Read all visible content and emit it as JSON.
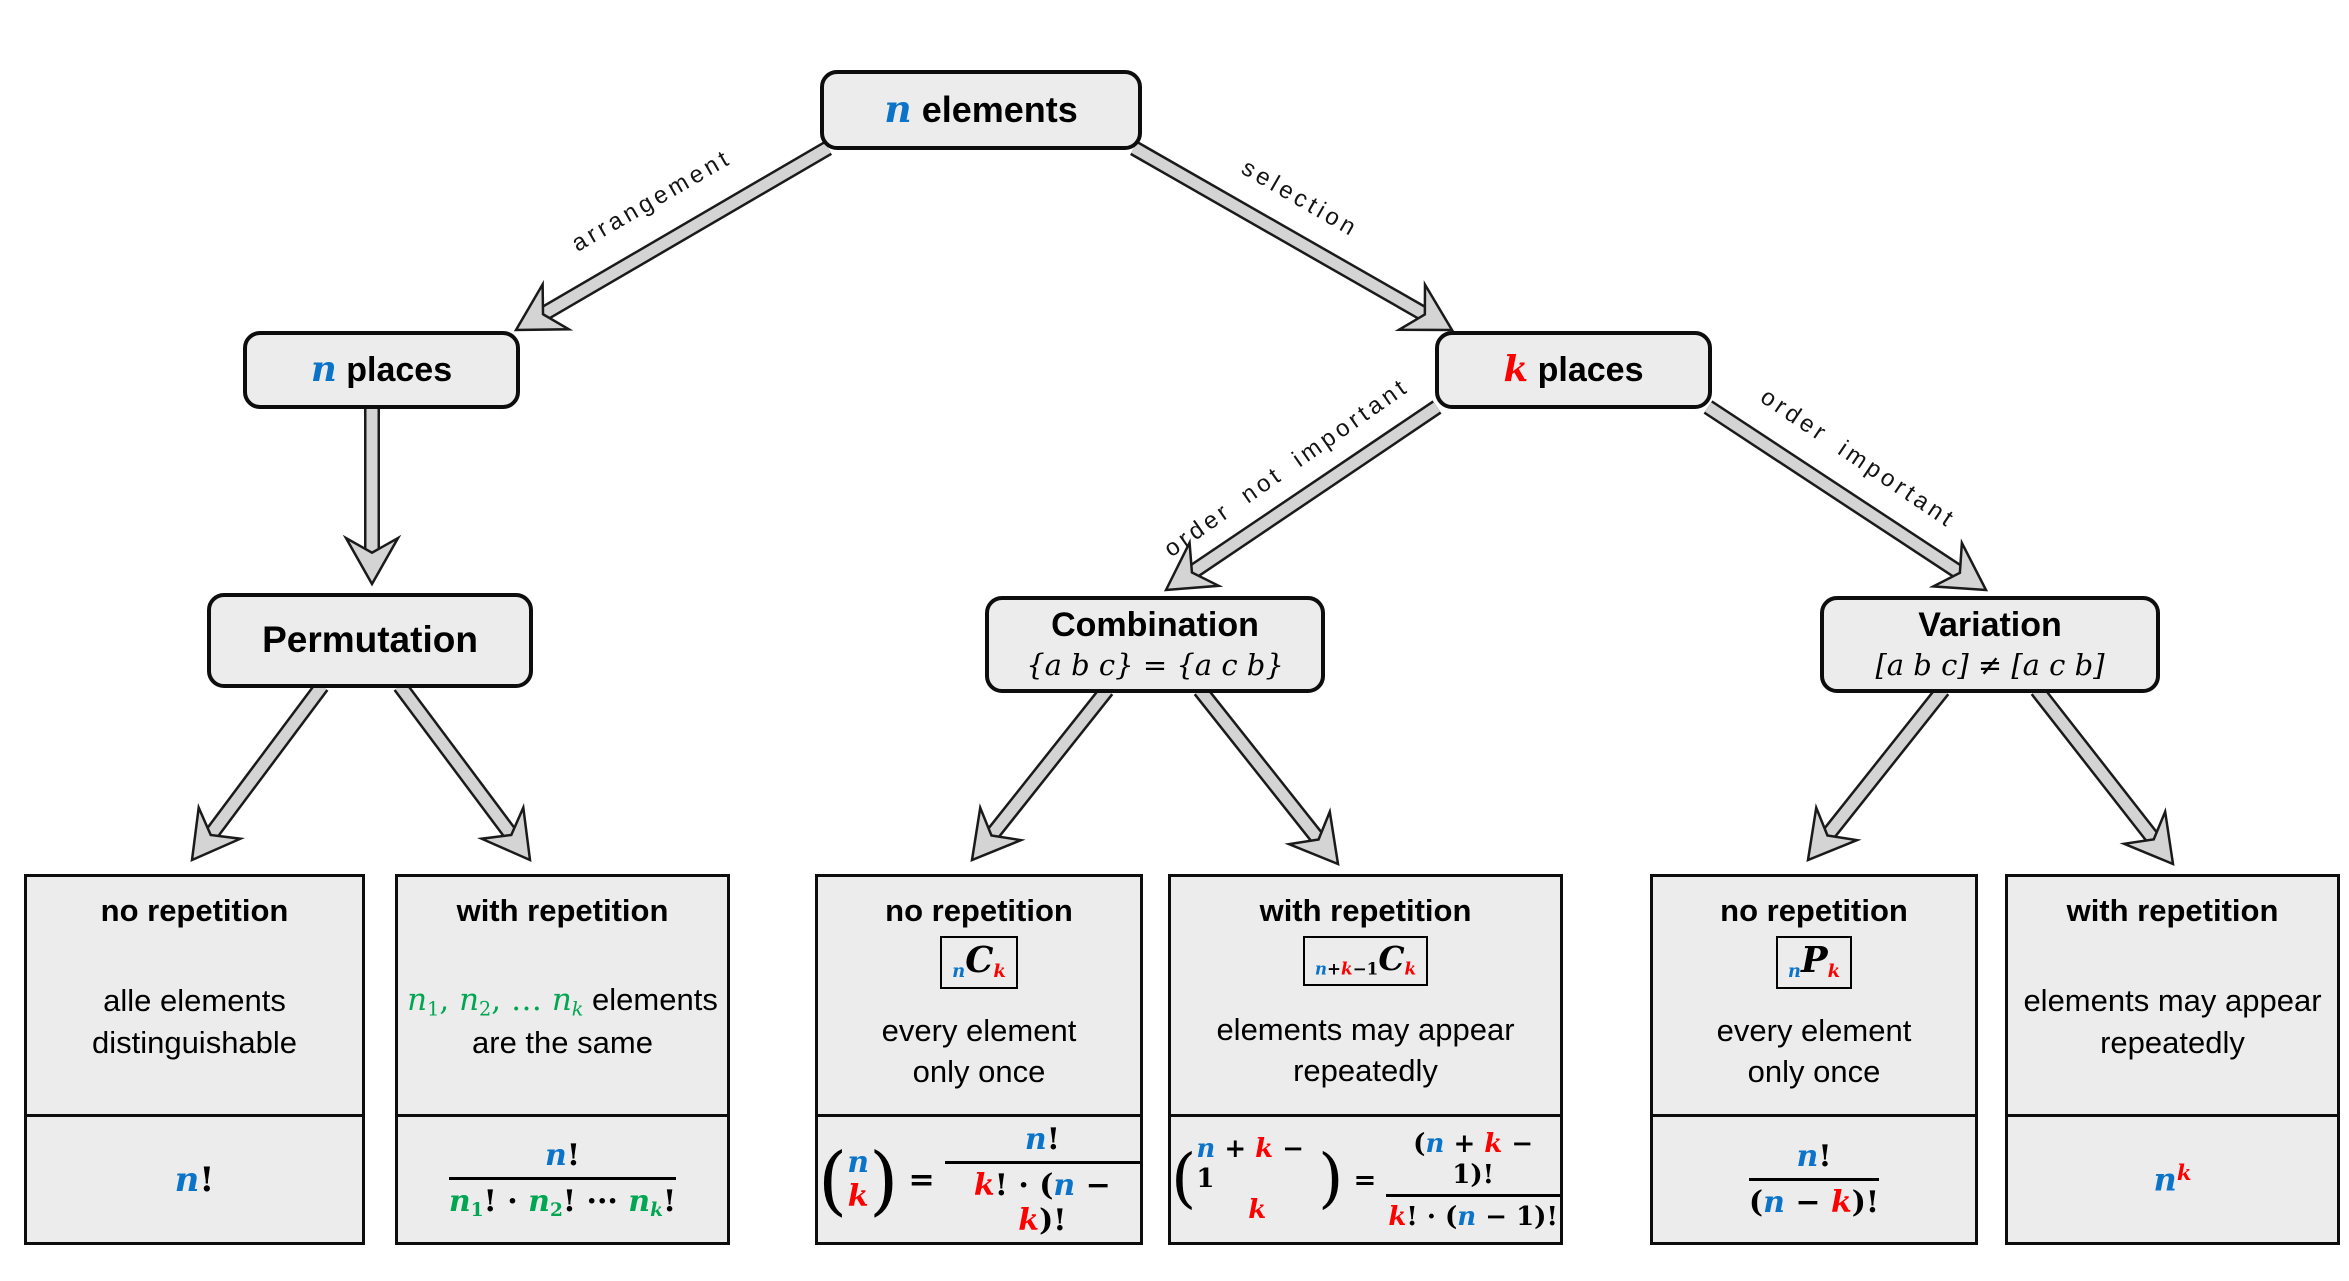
{
  "colors": {
    "blue": "#0b74c9",
    "red": "#fe0000",
    "green": "#00a651",
    "box_fill": "#ececec",
    "arrow_fill": "#d4d4d4",
    "line": "#0d0d0d"
  },
  "nodes": {
    "root": {
      "var": "n",
      "rest": " elements"
    },
    "n_places": {
      "var": "n",
      "rest": " places"
    },
    "k_places": {
      "var": "k",
      "rest": " places"
    },
    "permutation": {
      "title": "Permutation"
    },
    "combination": {
      "title": "Combination",
      "subtitle": "{a b c} = {a c b}"
    },
    "variation": {
      "title": "Variation",
      "subtitle": "[a b c] ≠ [a c b]"
    }
  },
  "edge_labels": {
    "arrangement": "arrangement",
    "selection": "selection",
    "order_not_important": "order not important",
    "order_important": "order important"
  },
  "parens": {
    "open": "(",
    "close": ")"
  },
  "boxes": [
    {
      "title": "no repetition",
      "desc_lines": [
        "alle elements",
        "distinguishable"
      ],
      "formula": [
        {
          "t": "n",
          "s": "b",
          "i": 1
        },
        {
          "t": "!",
          "s": "k"
        }
      ]
    },
    {
      "title": "with repetition",
      "desc_math": [
        {
          "t": "n",
          "s": "g",
          "i": 1
        },
        {
          "t": "1",
          "s": "g",
          "sub": 1
        },
        {
          "t": ", ",
          "s": "g"
        },
        {
          "t": "n",
          "s": "g",
          "i": 1
        },
        {
          "t": "2",
          "s": "g",
          "sub": 1
        },
        {
          "t": ", … ",
          "s": "g"
        },
        {
          "t": "n",
          "s": "g",
          "i": 1
        },
        {
          "t": "k",
          "s": "g",
          "i": 1,
          "sub": 1
        }
      ],
      "desc_tail": " elements",
      "desc_line2": "are the same",
      "frac_num": [
        {
          "t": "n",
          "s": "b",
          "i": 1
        },
        {
          "t": "!",
          "s": "k"
        }
      ],
      "frac_den": [
        {
          "t": "n",
          "s": "g",
          "i": 1
        },
        {
          "t": "1",
          "s": "g",
          "sub": 1
        },
        {
          "t": "! · ",
          "s": "k"
        },
        {
          "t": "n",
          "s": "g",
          "i": 1
        },
        {
          "t": "2",
          "s": "g",
          "sub": 1
        },
        {
          "t": "! ··· ",
          "s": "k"
        },
        {
          "t": "n",
          "s": "g",
          "i": 1
        },
        {
          "t": "k",
          "s": "g",
          "i": 1,
          "sub": 1
        },
        {
          "t": "!",
          "s": "k"
        }
      ]
    },
    {
      "title": "no repetition",
      "symbol": [
        {
          "t": "n",
          "s": "b",
          "i": 1,
          "sub": 1
        },
        {
          "t": "C",
          "s": "k",
          "i": 1,
          "big": 1
        },
        {
          "t": "k",
          "s": "r",
          "i": 1,
          "sub": 1
        }
      ],
      "desc_lines": [
        "every element",
        "only once"
      ],
      "binom_top": [
        {
          "t": "n",
          "s": "b",
          "i": 1
        }
      ],
      "binom_bot": [
        {
          "t": "k",
          "s": "r",
          "i": 1
        }
      ],
      "eq": "=",
      "frac_num": [
        {
          "t": "n",
          "s": "b",
          "i": 1
        },
        {
          "t": "!",
          "s": "k"
        }
      ],
      "frac_den": [
        {
          "t": "k",
          "s": "r",
          "i": 1
        },
        {
          "t": "! · (",
          "s": "k"
        },
        {
          "t": "n",
          "s": "b",
          "i": 1
        },
        {
          "t": " − ",
          "s": "k"
        },
        {
          "t": "k",
          "s": "r",
          "i": 1
        },
        {
          "t": ")!",
          "s": "k"
        }
      ]
    },
    {
      "title": "with repetition",
      "symbol": [
        {
          "t": "n",
          "s": "b",
          "i": 1,
          "sub": 1
        },
        {
          "t": "+",
          "s": "k",
          "sub": 1
        },
        {
          "t": "k",
          "s": "r",
          "i": 1,
          "sub": 1
        },
        {
          "t": "−1",
          "s": "k",
          "sub": 1
        },
        {
          "t": "C",
          "s": "k",
          "i": 1,
          "big": 1
        },
        {
          "t": "k",
          "s": "r",
          "i": 1,
          "sub": 1
        }
      ],
      "desc_lines": [
        "elements may appear",
        "repeatedly"
      ],
      "binom_top": [
        {
          "t": "n",
          "s": "b",
          "i": 1
        },
        {
          "t": " + ",
          "s": "k"
        },
        {
          "t": "k",
          "s": "r",
          "i": 1
        },
        {
          "t": " − 1",
          "s": "k"
        }
      ],
      "binom_bot": [
        {
          "t": "k",
          "s": "r",
          "i": 1
        }
      ],
      "eq": "=",
      "frac_num": [
        {
          "t": "(",
          "s": "k"
        },
        {
          "t": "n",
          "s": "b",
          "i": 1
        },
        {
          "t": " + ",
          "s": "k"
        },
        {
          "t": "k",
          "s": "r",
          "i": 1
        },
        {
          "t": " − 1)!",
          "s": "k"
        }
      ],
      "frac_den": [
        {
          "t": "k",
          "s": "r",
          "i": 1
        },
        {
          "t": "! · (",
          "s": "k"
        },
        {
          "t": "n",
          "s": "b",
          "i": 1
        },
        {
          "t": " − 1)!",
          "s": "k"
        }
      ]
    },
    {
      "title": "no repetition",
      "symbol": [
        {
          "t": "n",
          "s": "b",
          "i": 1,
          "sub": 1
        },
        {
          "t": "P",
          "s": "k",
          "i": 1,
          "big": 1
        },
        {
          "t": "k",
          "s": "r",
          "i": 1,
          "sub": 1
        }
      ],
      "desc_lines": [
        "every element",
        "only once"
      ],
      "frac_num": [
        {
          "t": "n",
          "s": "b",
          "i": 1
        },
        {
          "t": "!",
          "s": "k"
        }
      ],
      "frac_den": [
        {
          "t": "(",
          "s": "k"
        },
        {
          "t": "n",
          "s": "b",
          "i": 1
        },
        {
          "t": " − ",
          "s": "k"
        },
        {
          "t": "k",
          "s": "r",
          "i": 1
        },
        {
          "t": ")!",
          "s": "k"
        }
      ]
    },
    {
      "title": "with repetition",
      "desc_lines": [
        "elements may appear",
        "repeatedly"
      ],
      "formula": [
        {
          "t": "n",
          "s": "b",
          "i": 1
        },
        {
          "t": "k",
          "s": "r",
          "i": 1,
          "sup": 1
        }
      ]
    }
  ]
}
